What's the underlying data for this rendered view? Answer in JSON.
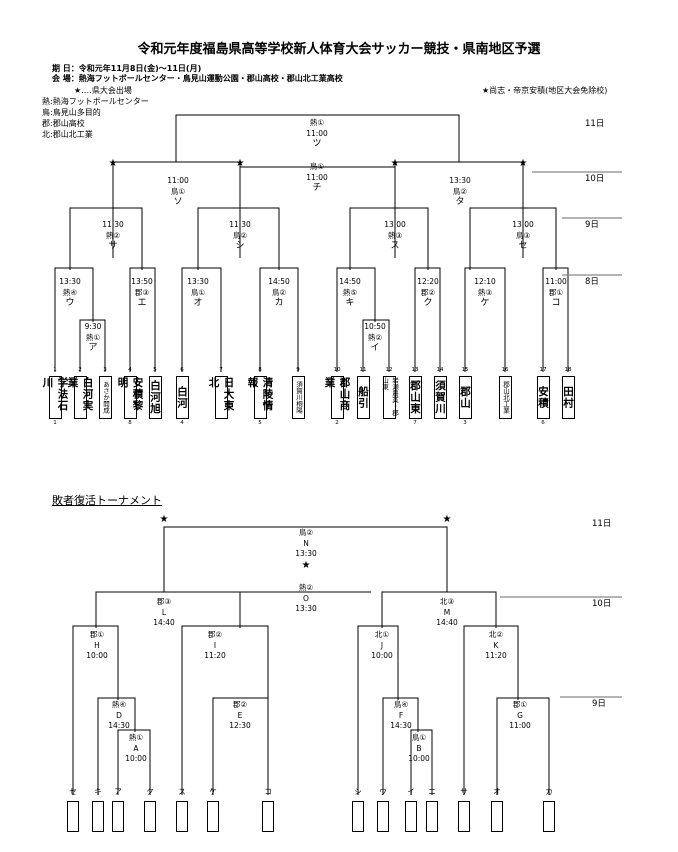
{
  "title": "令和元年度福島県高等学校新人体育大会サッカー競技・県南地区予選",
  "info": {
    "date": "期 日：令和元年11月8日(金)～11日(月)",
    "venue": "会 場：熱海フットボールセンター・鳥見山運動公園・郡山高校・郡山北工業高校"
  },
  "legend": [
    "★‥‥県大会出場",
    "熱:熱海フットボールセンター",
    "鳥:鳥見山多目的",
    "郡:郡山高校",
    "北:郡山北工業"
  ],
  "exempt_note": "★尚志・帝京安積(地区大会免除校)",
  "days": [
    "11日",
    "10日",
    "9日",
    "8日"
  ],
  "main": {
    "nodes": {
      "final": [
        "熱①",
        "11:00",
        "ツ"
      ],
      "semi_c": [
        "鳥①",
        "11:00",
        "チ"
      ],
      "s1": [
        "11:00",
        "鳥①",
        "ソ"
      ],
      "s2": [
        "13:30",
        "鳥②",
        "タ"
      ],
      "q1": [
        "11:30",
        "熱②",
        "サ"
      ],
      "q2": [
        "11:30",
        "鳥②",
        "シ"
      ],
      "q3": [
        "13:00",
        "熱③",
        "ス"
      ],
      "q4": [
        "13:00",
        "鳥③",
        "セ"
      ],
      "r1": [
        "13:30",
        "熱④",
        "ウ"
      ],
      "r2": [
        "13:50",
        "郡③",
        "エ"
      ],
      "r3": [
        "13:30",
        "鳥①",
        "オ"
      ],
      "r4": [
        "14:50",
        "鳥②",
        "カ"
      ],
      "r5": [
        "14:50",
        "熱⑤",
        "キ"
      ],
      "r6": [
        "12:20",
        "郡②",
        "ク"
      ],
      "r7": [
        "12:10",
        "熱③",
        "ケ"
      ],
      "r8": [
        "11:00",
        "郡①",
        "コ"
      ],
      "p1": [
        "9:30",
        "熱①",
        "ア"
      ],
      "p2": [
        "10:50",
        "熱②",
        "イ"
      ]
    },
    "teams": [
      {
        "n": "1",
        "t": "学法石川",
        "s": "1"
      },
      {
        "n": "2",
        "t": "白河実業",
        "s": ""
      },
      {
        "n": "3",
        "t": "あさか開成",
        "s": ""
      },
      {
        "n": "4",
        "t": "安積黎明",
        "s": "8"
      },
      {
        "n": "5",
        "t": "白河旭",
        "s": ""
      },
      {
        "n": "6",
        "t": "白河",
        "s": "4"
      },
      {
        "n": "7",
        "t": "日大東北",
        "s": ""
      },
      {
        "n": "8",
        "t": "清陵情報",
        "s": "5"
      },
      {
        "n": "9",
        "t": "須賀川桐陽",
        "s": ""
      },
      {
        "n": "10",
        "t": "郡山商業",
        "s": "2"
      },
      {
        "n": "11",
        "t": "船引",
        "s": ""
      },
      {
        "n": "12",
        "t": "岩瀬農業・郡山東",
        "s": ""
      },
      {
        "n": "13",
        "t": "郡山東",
        "s": "7"
      },
      {
        "n": "14",
        "t": "須賀川",
        "s": ""
      },
      {
        "n": "15",
        "t": "郡山",
        "s": "3"
      },
      {
        "n": "16",
        "t": "郡山北工業",
        "s": ""
      },
      {
        "n": "17",
        "t": "安積",
        "s": "6"
      },
      {
        "n": "18",
        "t": "田村",
        "s": ""
      }
    ]
  },
  "cons": {
    "heading": "敗者復活トーナメント",
    "nodes": {
      "N": [
        "鳥②",
        "N",
        "13:30"
      ],
      "O": [
        "熱②",
        "O",
        "13:30"
      ],
      "L": [
        "郡③",
        "L",
        "14:40"
      ],
      "M": [
        "北③",
        "M",
        "14:40"
      ],
      "H": [
        "郡①",
        "H",
        "10:00"
      ],
      "I": [
        "郡②",
        "I",
        "11:20"
      ],
      "J": [
        "北①",
        "J",
        "10:00"
      ],
      "K": [
        "北②",
        "K",
        "11:20"
      ],
      "D": [
        "熱④",
        "D",
        "14:30"
      ],
      "E": [
        "郡②",
        "E",
        "12:30"
      ],
      "F": [
        "鳥④",
        "F",
        "14:30"
      ],
      "G": [
        "郡①",
        "G",
        "11:00"
      ],
      "A": [
        "熱①",
        "A",
        "10:00"
      ],
      "B": [
        "鳥①",
        "B",
        "10:00"
      ]
    },
    "slots": [
      "セ",
      "キ",
      "ア",
      "ク",
      "ス",
      "ケ",
      "コ",
      "シ",
      "ウ",
      "イ",
      "エ",
      "サ",
      "オ",
      "カ"
    ]
  }
}
